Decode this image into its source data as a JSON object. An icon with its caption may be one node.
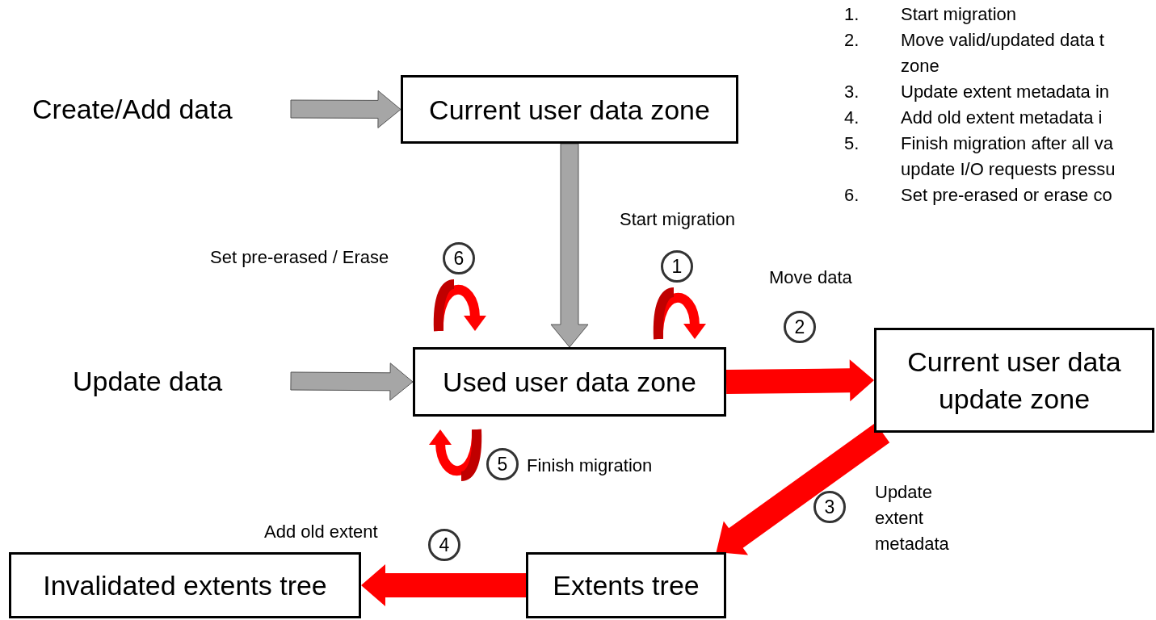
{
  "diagram": {
    "nodes": [
      {
        "text": [
          "Create/Add data"
        ]
      },
      {
        "text": [
          "Current user data zone"
        ]
      },
      {
        "text": [
          "Update data"
        ]
      },
      {
        "text": [
          "Used user data zone"
        ]
      },
      {
        "text": [
          "Current user data update zone"
        ]
      },
      {
        "text": [
          "Extents tree"
        ]
      },
      {
        "text": [
          "Invalidated extents tree"
        ]
      }
    ],
    "edges": [
      {
        "from": 0,
        "to": 1,
        "arrow": "to",
        "color": "#a6a6a6"
      },
      {
        "from": 1,
        "to": 3,
        "arrow": "to",
        "color": "#a6a6a6"
      },
      {
        "from": 2,
        "to": 3,
        "arrow": "to",
        "color": "#a6a6a6"
      },
      {
        "from": 3,
        "to": 4,
        "arrow": "to",
        "color": "#ff0000"
      },
      {
        "from": 4,
        "to": 5,
        "arrow": "to",
        "color": "#ff0000"
      },
      {
        "from": 5,
        "to": 6,
        "arrow": "to",
        "color": "#ff0000"
      }
    ],
    "labels": [
      "1.",
      "Start migration",
      "2.",
      "Move valid/updated data t zone",
      "3.",
      "Update extent metadata in",
      "4.",
      "Add old extent metadata i",
      "5.",
      "Finish migration after all va update I/O requests pressu",
      "6.",
      "Set pre-erased or erase co",
      "Start migration",
      "Set pre-erased / Erase",
      "6",
      "1",
      "Move data",
      "2",
      "5",
      "Finish migration",
      "Update extent metadata",
      "3",
      "Add old extent",
      "4"
    ]
  }
}
